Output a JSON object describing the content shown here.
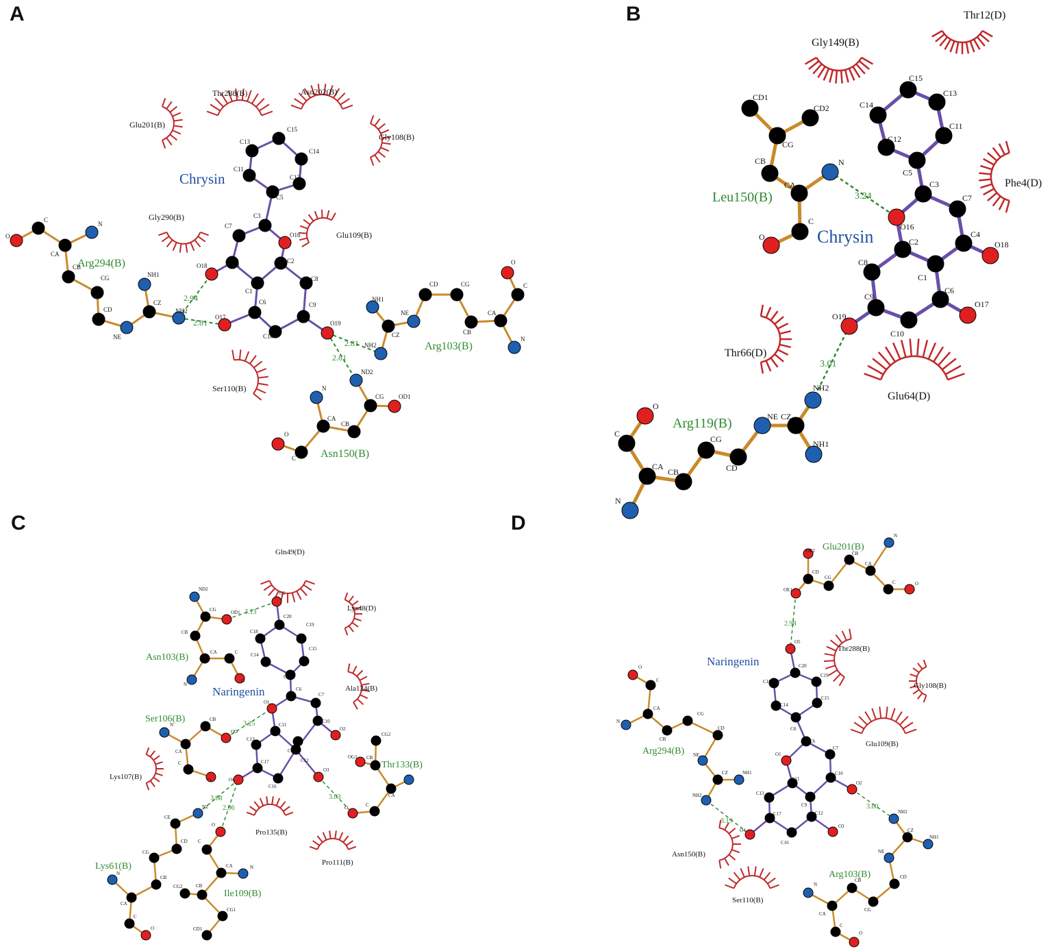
{
  "colors": {
    "ligand_bond": "#6a4ea8",
    "residue_bond": "#c98a2b",
    "hbond": "#2f8a2f",
    "carbon": "#000000",
    "nitrogen": "#1f5fb0",
    "oxygen": "#e02020",
    "hydrophobic_arc": "#c0282a",
    "ligand_label": "#1f4e9e",
    "residue_label": "#2f8a2f"
  },
  "panels": [
    {
      "letter": "A",
      "ligand": "Chrysin",
      "hbond_residues": [
        "Arg294(B)",
        "Arg103(B)",
        "Asn150(B)"
      ],
      "hydrophobic_residues": [
        "Thr288(B)",
        "Asn202(B)",
        "Glu201(B)",
        "Gly108(B)",
        "Gly290(B)",
        "Glu109(B)",
        "Ser110(B)"
      ],
      "distances": [
        "2.94",
        "2.81",
        "2.81",
        "2.81"
      ]
    },
    {
      "letter": "B",
      "ligand": "Chrysin",
      "hbond_residues": [
        "Leu150(B)",
        "Arg119(B)"
      ],
      "hydrophobic_residues": [
        "Thr12(D)",
        "Gly149(B)",
        "Phe4(D)",
        "Thr66(D)",
        "Glu64(D)"
      ],
      "distances": [
        "3.24",
        "3.01"
      ]
    },
    {
      "letter": "C",
      "ligand": "Naringenin",
      "hbond_residues": [
        "Asn103(B)",
        "Ser106(B)",
        "Thr133(B)",
        "Lys61(B)",
        "Ile109(B)"
      ],
      "hydrophobic_residues": [
        "Gln49(D)",
        "Lys48(D)",
        "Ala134(B)",
        "Lys107(B)",
        "Pro135(B)",
        "Pro111(B)"
      ],
      "distances": [
        "3.13",
        "3.25",
        "3.08",
        "2.96",
        "3.03"
      ]
    },
    {
      "letter": "D",
      "ligand": "Naringenin",
      "hbond_residues": [
        "Glu201(B)",
        "Arg294(B)",
        "Arg103(B)"
      ],
      "hydrophobic_residues": [
        "Thr288(B)",
        "Gly108(B)",
        "Glu109(B)",
        "Asn150(B)",
        "Ser110(B)"
      ],
      "distances": [
        "2.98",
        "3.19",
        "3.00"
      ]
    }
  ]
}
